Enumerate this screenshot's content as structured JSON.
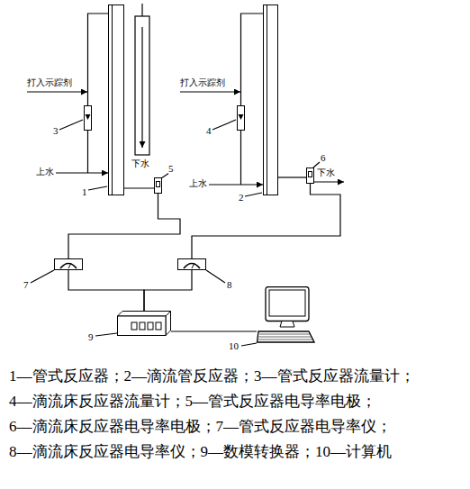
{
  "diagram": {
    "nodes": [
      {
        "text": [
          "1"
        ]
      },
      {
        "text": [
          "3"
        ]
      },
      {
        "text": [
          "5"
        ]
      },
      {
        "text": [
          "2"
        ]
      },
      {
        "text": [
          "4"
        ]
      },
      {
        "text": [
          "6"
        ]
      },
      {
        "text": [
          "7"
        ]
      },
      {
        "text": [
          "8"
        ]
      },
      {
        "text": [
          "9"
        ]
      },
      {
        "text": [
          "10"
        ]
      }
    ],
    "edges": [
      {
        "from": 1,
        "to": 0,
        "arrow": "none"
      },
      {
        "from": 0,
        "to": 2,
        "arrow": "none"
      },
      {
        "from": 4,
        "to": 3,
        "arrow": "none"
      },
      {
        "from": 3,
        "to": 5,
        "arrow": "none"
      },
      {
        "from": 2,
        "to": 6,
        "arrow": "none"
      },
      {
        "from": 5,
        "to": 7,
        "arrow": "none"
      },
      {
        "from": 6,
        "to": 8,
        "arrow": "none"
      },
      {
        "from": 7,
        "to": 8,
        "arrow": "none"
      },
      {
        "from": 8,
        "to": 9,
        "arrow": "none"
      }
    ],
    "labels": [
      "打入示踪剂",
      "上水",
      "下水",
      "打入示踪剂",
      "上水",
      "下水",
      "1—管式反应器；2—滴流管反应器；3—管式反应器流量计；",
      "4—滴流床反应器流量计；5—管式反应器电导率电极；",
      "6—滴流床反应器电导率电极；7—管式反应器电导率仪；",
      "8—滴流床反应器电导率仪；9—数模转换器；10—计算机"
    ]
  }
}
